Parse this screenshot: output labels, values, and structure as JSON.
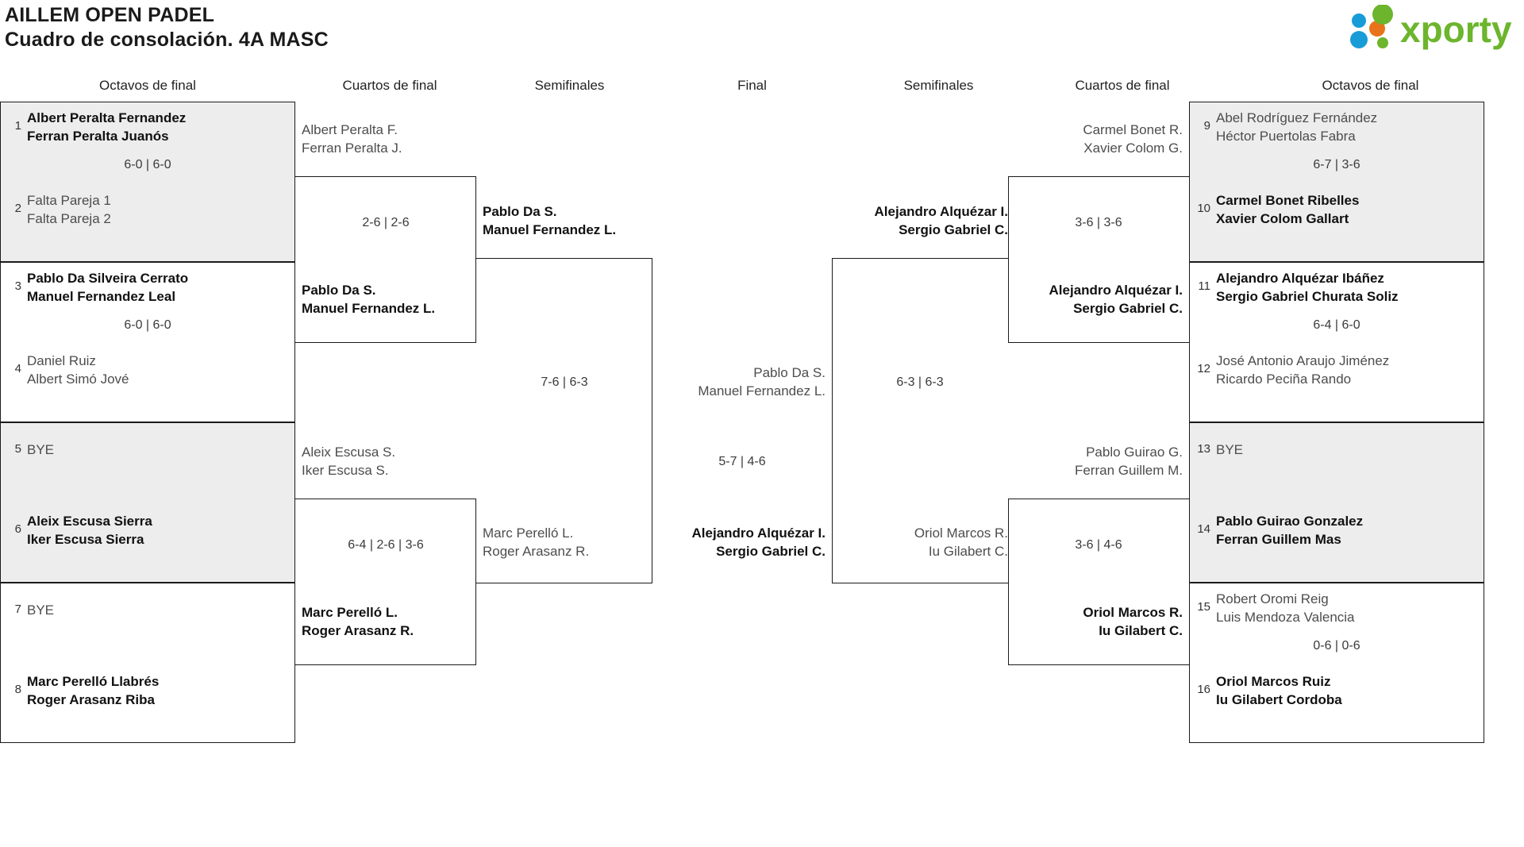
{
  "header": {
    "tournament": "AILLEM OPEN PADEL",
    "subtitle": "Cuadro de consolación. 4A MASC",
    "logo_text": "xporty",
    "logo_colors": {
      "green": "#6cb52d",
      "blue": "#189cd8",
      "orange": "#e8731a"
    }
  },
  "round_headers": {
    "l_octavos": "Octavos de final",
    "l_cuartos": "Cuartos de final",
    "l_semis": "Semifinales",
    "final": "Final",
    "r_semis": "Semifinales",
    "r_cuartos": "Cuartos de final",
    "r_octavos": "Octavos de final"
  },
  "left_octavos": [
    {
      "seed_a": "1",
      "a1": "Albert Peralta Fernandez",
      "a2": "Ferran Peralta Juanós",
      "a_win": true,
      "seed_b": "2",
      "b1": "Falta Pareja 1",
      "b2": "Falta Pareja 2",
      "b_win": false,
      "score": "6-0 | 6-0",
      "shaded": true,
      "bye": false
    },
    {
      "seed_a": "3",
      "a1": "Pablo Da Silveira Cerrato",
      "a2": "Manuel Fernandez Leal",
      "a_win": true,
      "seed_b": "4",
      "b1": "Daniel Ruiz",
      "b2": "Albert Simó Jové",
      "b_win": false,
      "score": "6-0 | 6-0",
      "shaded": false,
      "bye": false
    },
    {
      "seed_a": "5",
      "a1": "BYE",
      "a2": "",
      "a_win": false,
      "seed_b": "6",
      "b1": "Aleix Escusa Sierra",
      "b2": "Iker Escusa Sierra",
      "b_win": true,
      "score": "",
      "shaded": true,
      "bye": true
    },
    {
      "seed_a": "7",
      "a1": "BYE",
      "a2": "",
      "a_win": false,
      "seed_b": "8",
      "b1": "Marc Perelló Llabrés",
      "b2": "Roger Arasanz Riba",
      "b_win": true,
      "score": "",
      "shaded": false,
      "bye": true
    }
  ],
  "right_octavos": [
    {
      "seed_a": "9",
      "a1": "Abel Rodríguez Fernández",
      "a2": "Héctor Puertolas Fabra",
      "a_win": false,
      "seed_b": "10",
      "b1": "Carmel Bonet Ribelles",
      "b2": "Xavier Colom Gallart",
      "b_win": true,
      "score": "6-7 | 3-6",
      "shaded": true,
      "bye": false
    },
    {
      "seed_a": "11",
      "a1": "Alejandro Alquézar Ibáñez",
      "a2": "Sergio Gabriel Churata Soliz",
      "a_win": true,
      "seed_b": "12",
      "b1": "José Antonio Araujo Jiménez",
      "b2": "Ricardo Peciña Rando",
      "b_win": false,
      "score": "6-4 | 6-0",
      "shaded": false,
      "bye": false
    },
    {
      "seed_a": "13",
      "a1": "BYE",
      "a2": "",
      "a_win": false,
      "seed_b": "14",
      "b1": "Pablo Guirao Gonzalez",
      "b2": "Ferran Guillem Mas",
      "b_win": true,
      "score": "",
      "shaded": true,
      "bye": true
    },
    {
      "seed_a": "15",
      "a1": "Robert Oromi Reig",
      "a2": "Luis Mendoza Valencia",
      "a_win": false,
      "seed_b": "16",
      "b1": "Oriol Marcos Ruiz",
      "b2": "Iu Gilabert Cordoba",
      "b_win": true,
      "score": "0-6 | 0-6",
      "shaded": false,
      "bye": false
    }
  ],
  "left_cuartos": [
    {
      "top1": "Albert Peralta F.",
      "top2": "Ferran Peralta J.",
      "top_win": false,
      "bot1": "Pablo Da S.",
      "bot2": "Manuel Fernandez L.",
      "bot_win": true,
      "score": "2-6 | 2-6"
    },
    {
      "top1": "Aleix Escusa S.",
      "top2": "Iker Escusa S.",
      "top_win": false,
      "bot1": "Marc Perelló L.",
      "bot2": "Roger Arasanz R.",
      "bot_win": true,
      "score": "6-4 | 2-6 | 3-6"
    }
  ],
  "right_cuartos": [
    {
      "top1": "Carmel Bonet R.",
      "top2": "Xavier Colom G.",
      "top_win": false,
      "bot1": "Alejandro Alquézar I.",
      "bot2": "Sergio Gabriel C.",
      "bot_win": true,
      "score": "3-6 | 3-6"
    },
    {
      "top1": "Pablo Guirao G.",
      "top2": "Ferran Guillem M.",
      "top_win": false,
      "bot1": "Oriol Marcos R.",
      "bot2": "Iu Gilabert C.",
      "bot_win": true,
      "score": "3-6 | 4-6"
    }
  ],
  "left_semifinal": {
    "top1": "Pablo Da S.",
    "top2": "Manuel Fernandez L.",
    "top_win": true,
    "bot1": "Marc Perelló L.",
    "bot2": "Roger Arasanz R.",
    "bot_win": false,
    "score": "7-6 | 6-3"
  },
  "right_semifinal": {
    "top1": "Alejandro Alquézar I.",
    "top2": "Sergio Gabriel C.",
    "top_win": true,
    "bot1": "Oriol Marcos R.",
    "bot2": "Iu Gilabert C.",
    "bot_win": false,
    "score": "6-3 | 6-3"
  },
  "final": {
    "top1": "Pablo Da S.",
    "top2": "Manuel Fernandez L.",
    "top_win": false,
    "bot1": "Alejandro Alquézar I.",
    "bot2": "Sergio Gabriel C.",
    "bot_win": true,
    "score": "5-7 | 4-6"
  }
}
